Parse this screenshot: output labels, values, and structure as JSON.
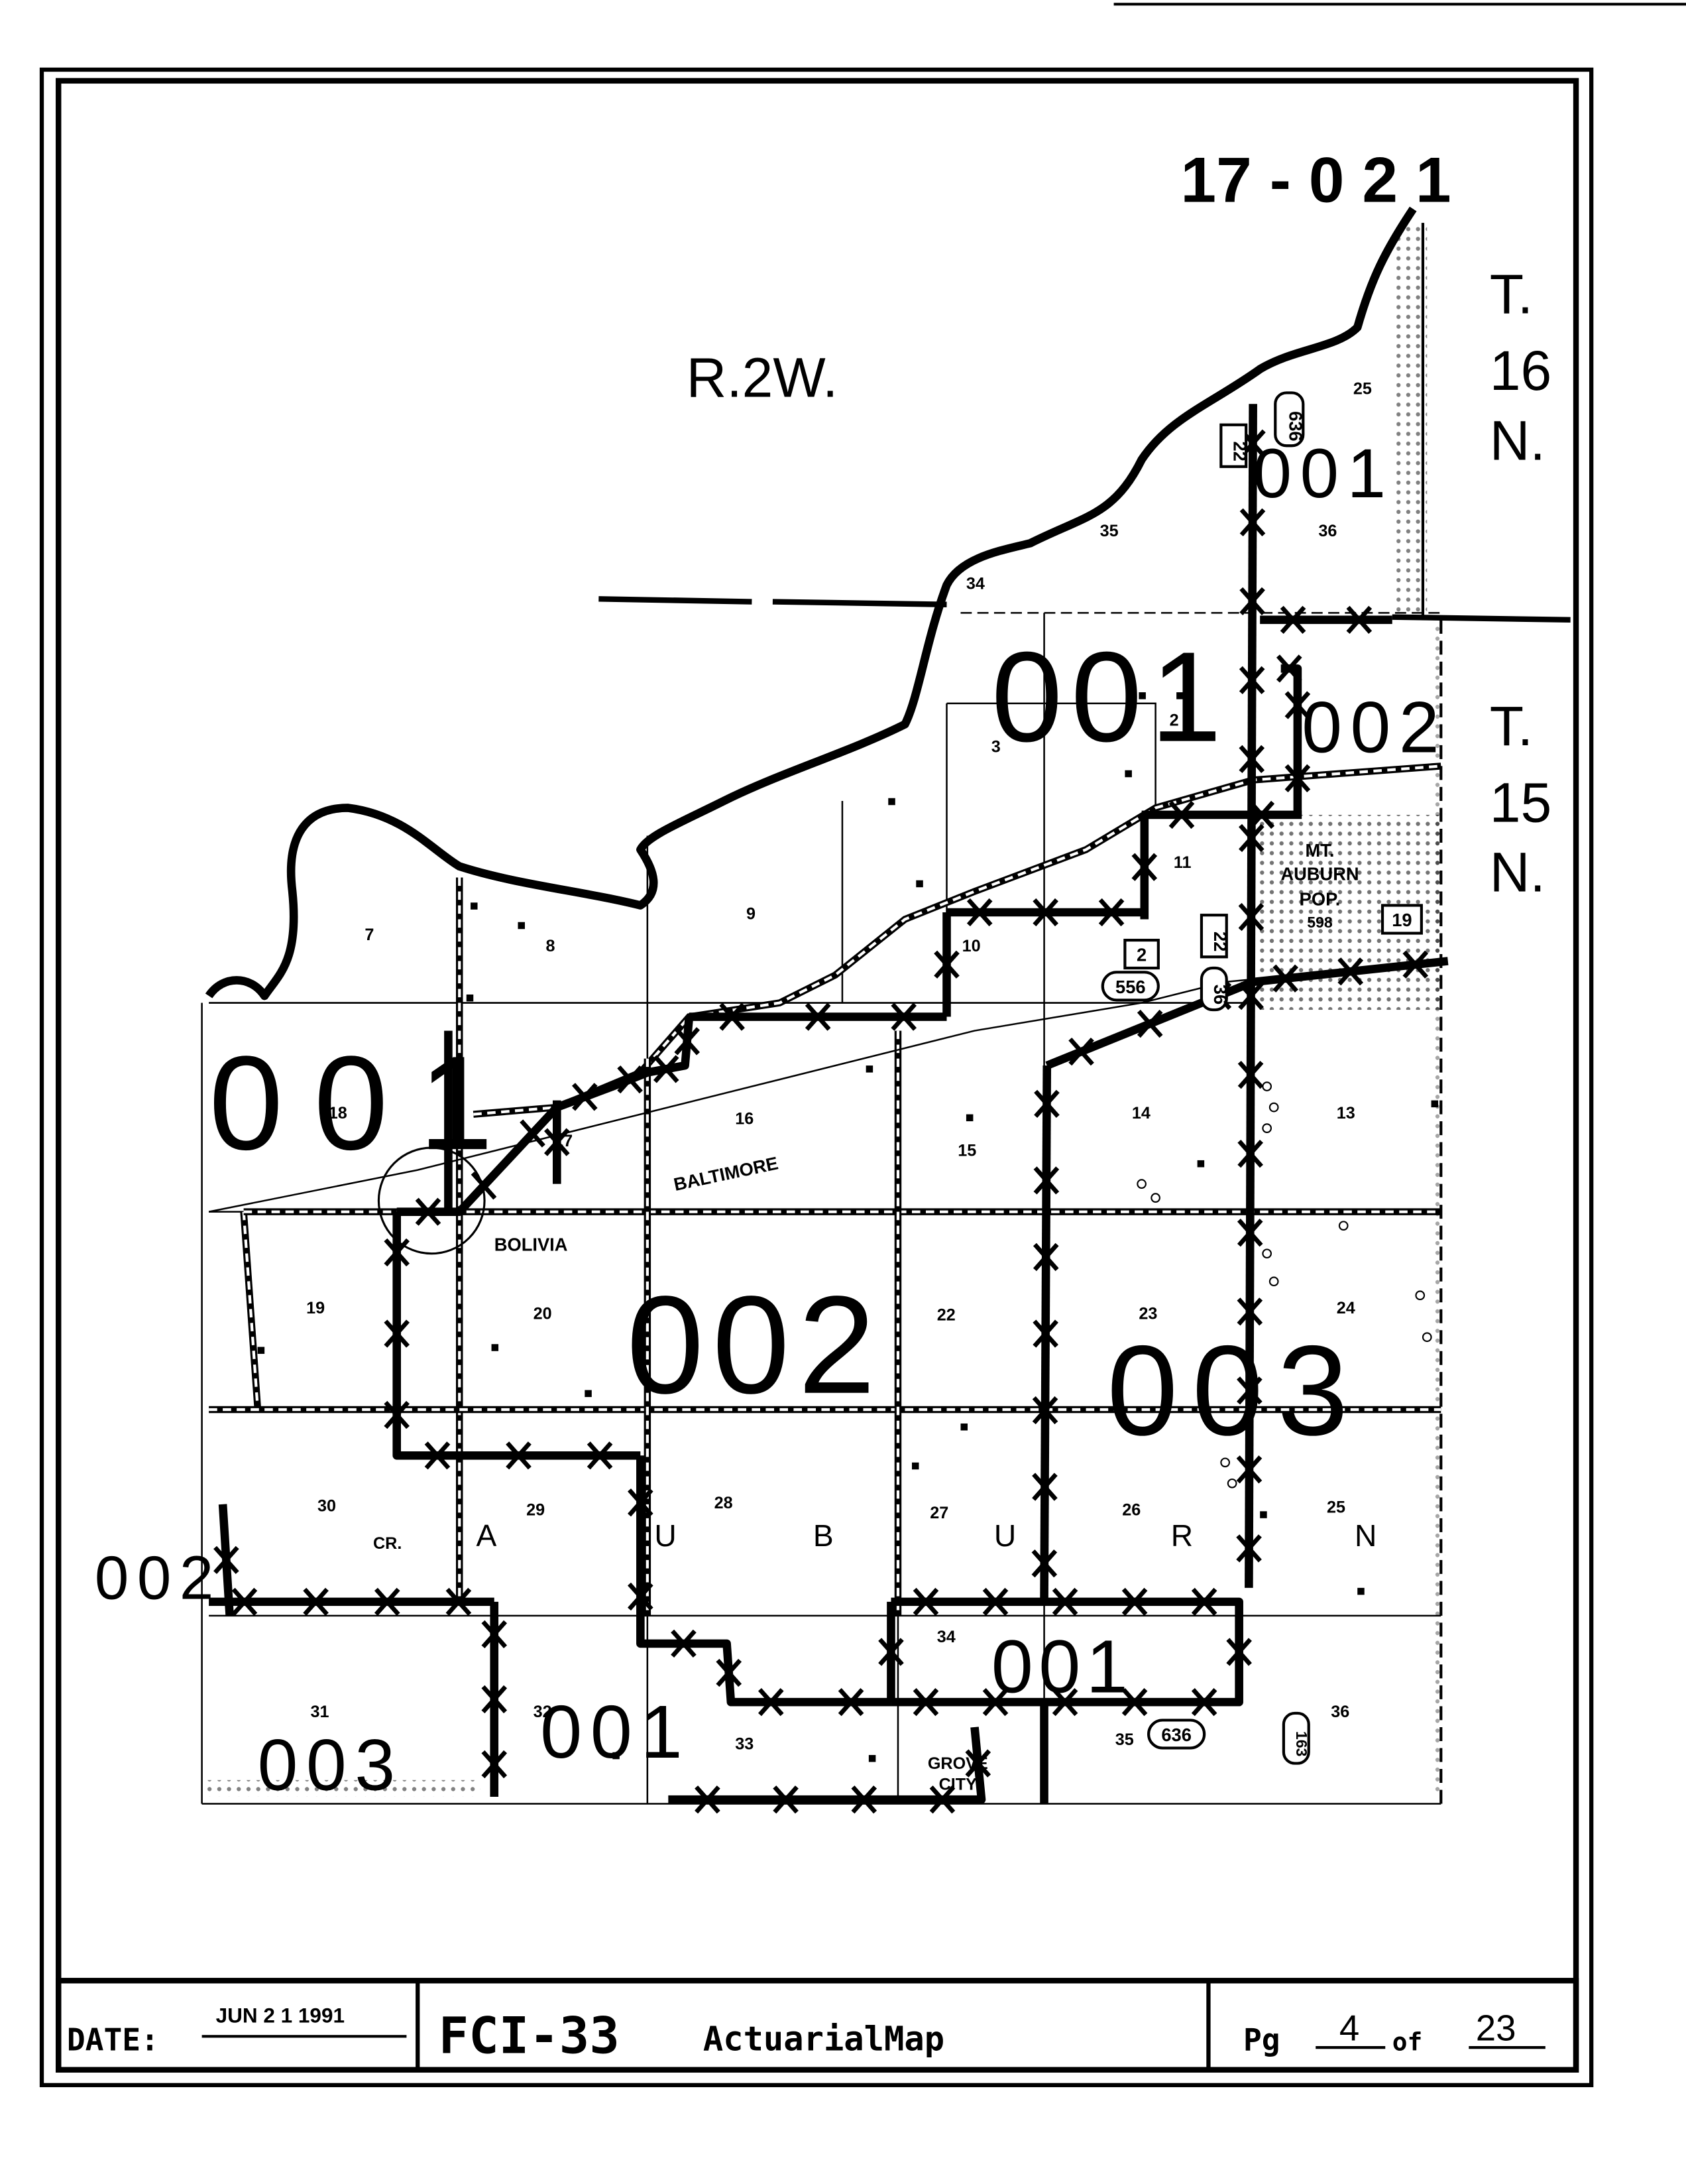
{
  "map": {
    "map_id": "17 - 0 2 1",
    "range_label": "R.2W.",
    "township_north": [
      "T.",
      "16",
      "N."
    ],
    "township_south": [
      "T.",
      "15",
      "N."
    ],
    "area_codes": [
      "001",
      "001",
      "002",
      "001",
      "002",
      "003",
      "002",
      "003",
      "001",
      "001"
    ],
    "section_numbers": [
      "25",
      "36",
      "35",
      "34",
      "2",
      "3",
      "11",
      "7",
      "8",
      "9",
      "10",
      "18",
      "17",
      "16",
      "15",
      "14",
      "13",
      "19",
      "20",
      "22",
      "23",
      "24",
      "30",
      "29",
      "28",
      "27",
      "26",
      "25",
      "31",
      "32",
      "33",
      "34",
      "35",
      "36"
    ],
    "places": {
      "bolivia": "BOLIVIA",
      "baltimore": "BALTIMORE",
      "mt_auburn": [
        "MT.",
        "AUBURN",
        "POP.",
        "598"
      ],
      "grove_city": [
        "GROVE",
        "CITY"
      ],
      "creek": "CR.",
      "township_name_letters": [
        "A",
        "U",
        "B",
        "U",
        "R",
        "N"
      ]
    },
    "route_shields": [
      "636",
      "22",
      "2",
      "556",
      "36",
      "22",
      "19",
      "636",
      "163"
    ]
  },
  "title_block": {
    "date_label": "DATE:",
    "date_value": "JUN 2 1 1991",
    "map_code": "FCI-33",
    "map_title": "ActuarialMap",
    "page_label": "Pg",
    "page_number": "4",
    "of_label": "of",
    "page_total": "23"
  }
}
